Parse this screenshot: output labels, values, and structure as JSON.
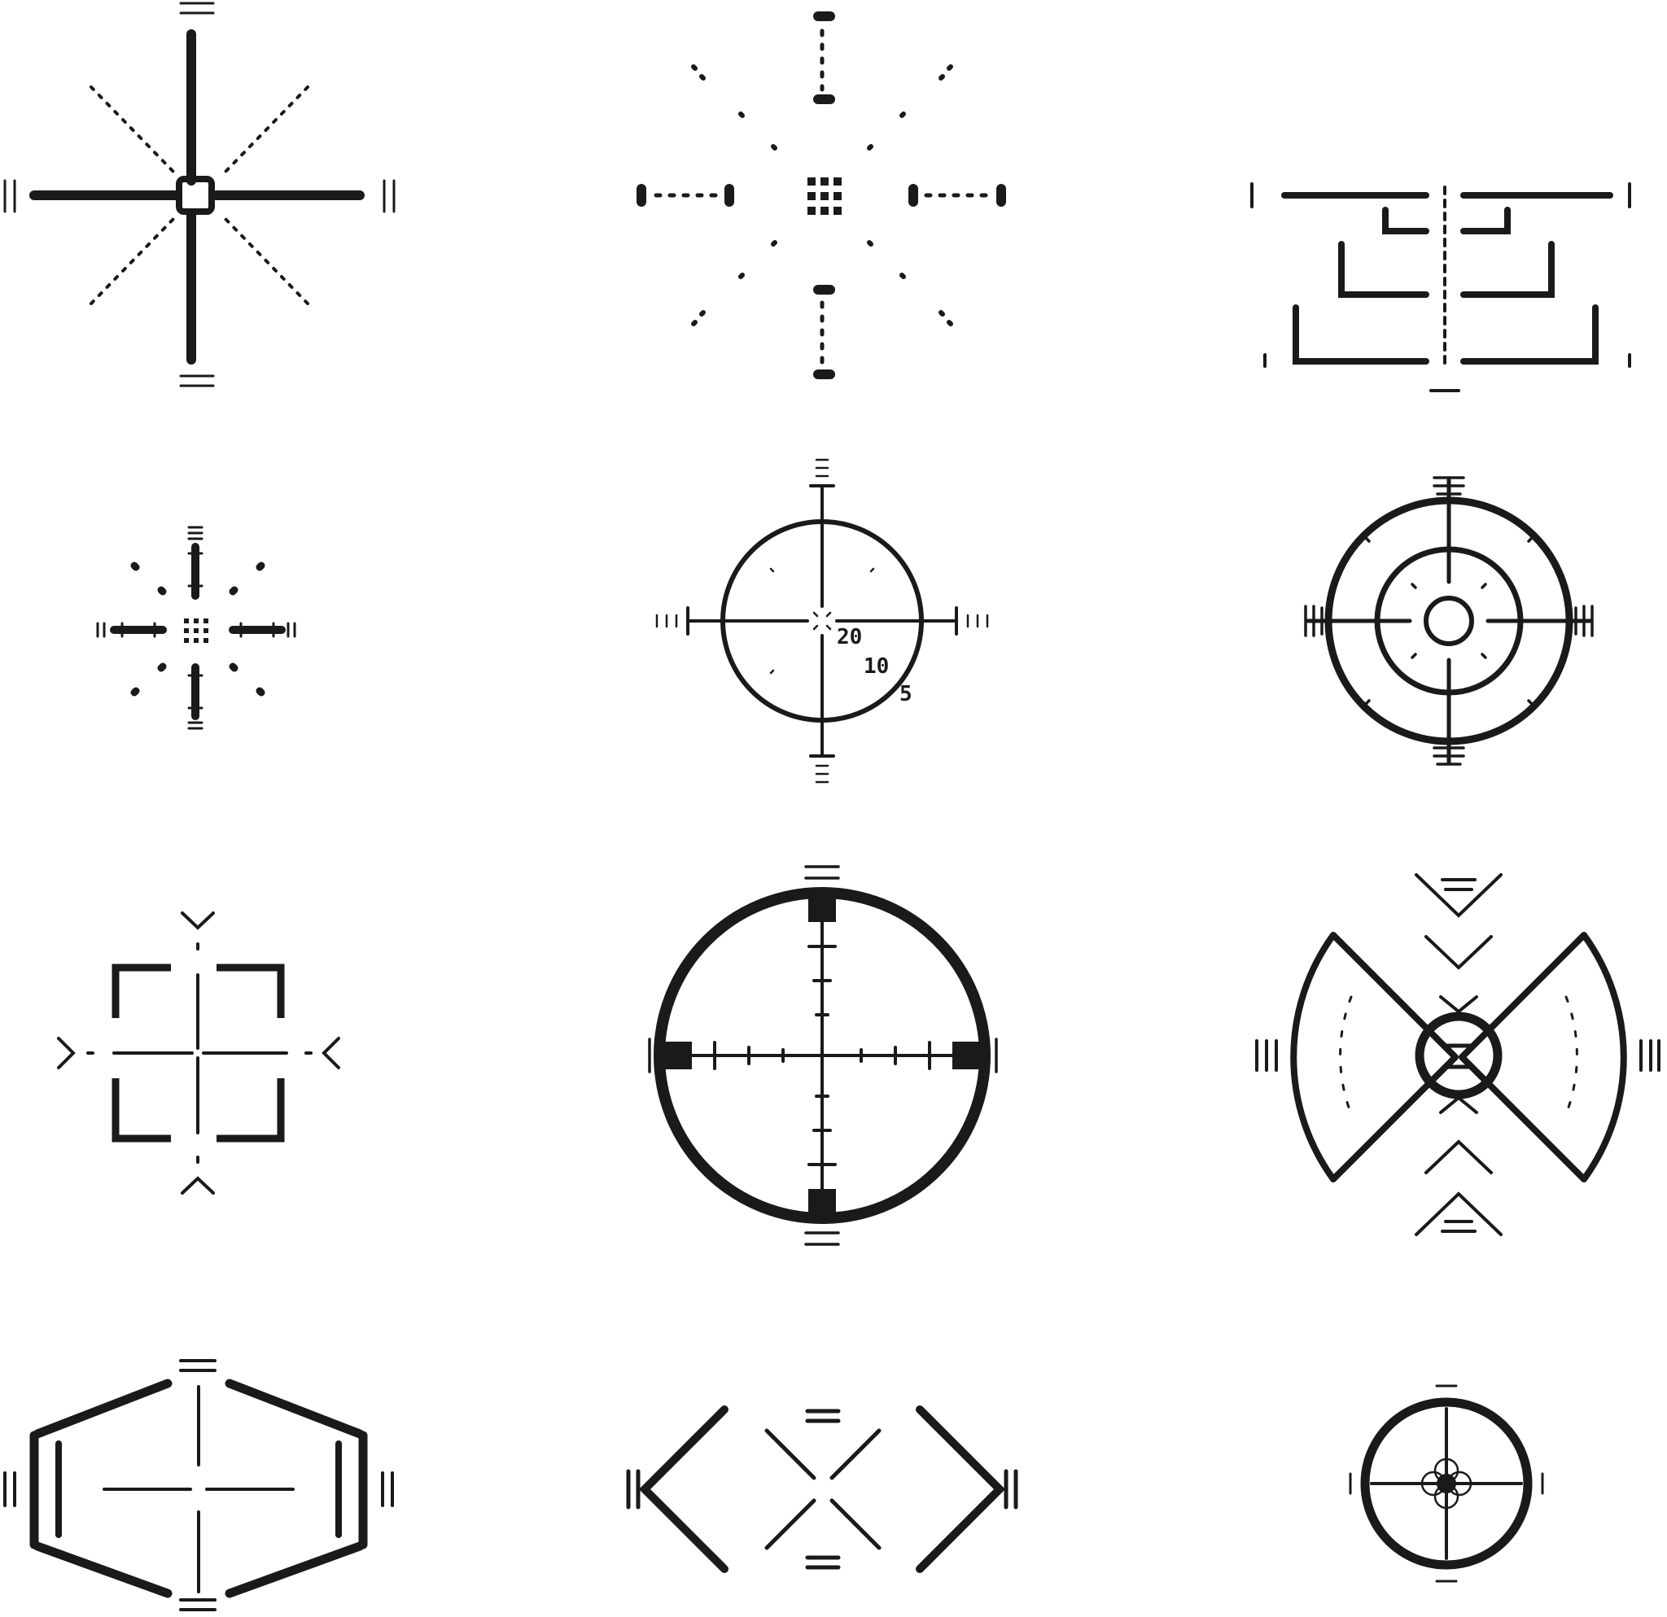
{
  "sheet": {
    "background": "#ffffff",
    "ink": "#1a1a1a"
  },
  "reticles": [
    {
      "id": 1,
      "icon": "crosshair-square-center-icon"
    },
    {
      "id": 2,
      "icon": "dotted-starburst-icon"
    },
    {
      "id": 3,
      "icon": "stepped-bracket-rangefinder-icon"
    },
    {
      "id": 4,
      "icon": "small-dotted-cross-icon"
    },
    {
      "id": 5,
      "icon": "circle-scope-rangefinder-icon",
      "range_labels": [
        "20",
        "10",
        "5"
      ]
    },
    {
      "id": 6,
      "icon": "double-circle-target-icon"
    },
    {
      "id": 7,
      "icon": "corner-brackets-chevrons-icon"
    },
    {
      "id": 8,
      "icon": "thick-circle-mil-dot-scope-icon"
    },
    {
      "id": 9,
      "icon": "bowtie-sector-target-icon"
    },
    {
      "id": 10,
      "icon": "hexagon-frame-cross-icon"
    },
    {
      "id": 11,
      "icon": "chevron-x-reticle-icon"
    },
    {
      "id": 12,
      "icon": "small-circle-quatrefoil-dot-icon"
    }
  ]
}
